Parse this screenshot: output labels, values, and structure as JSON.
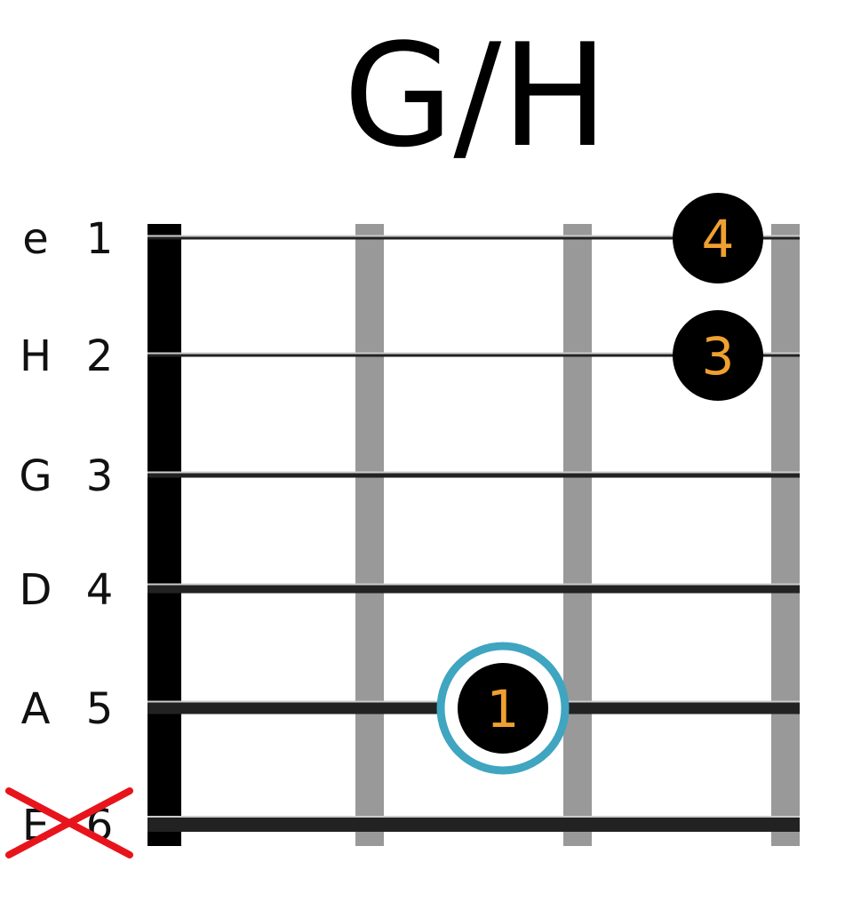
{
  "chord": {
    "title": "G/H"
  },
  "strings": [
    {
      "name": "e",
      "number": "1",
      "muted": false
    },
    {
      "name": "H",
      "number": "2",
      "muted": false
    },
    {
      "name": "G",
      "number": "3",
      "muted": false
    },
    {
      "name": "D",
      "number": "4",
      "muted": false
    },
    {
      "name": "A",
      "number": "5",
      "muted": false
    },
    {
      "name": "E",
      "number": "6",
      "muted": true
    }
  ],
  "frets_shown": 3,
  "fingerings": [
    {
      "string": 1,
      "fret": 3,
      "finger": "4",
      "root": false
    },
    {
      "string": 2,
      "fret": 3,
      "finger": "3",
      "root": false
    },
    {
      "string": 5,
      "fret": 2,
      "finger": "1",
      "root": true
    }
  ],
  "colors": {
    "nut": "#000000",
    "fret": "#999999",
    "string": "#222222",
    "finger_dot": "#000000",
    "finger_text": "#f0a030",
    "root_ring": "#3fa5c0",
    "mute_mark": "#e8141c"
  }
}
